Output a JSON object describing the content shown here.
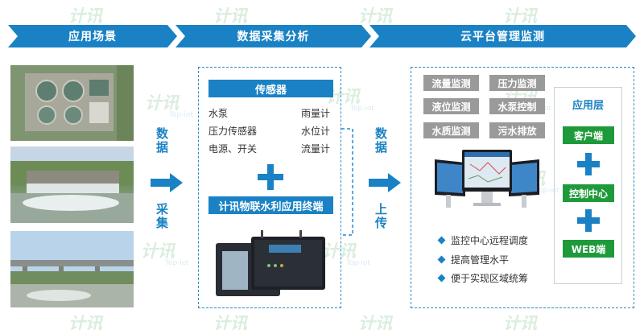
{
  "banner": {
    "seg1": "应用场景",
    "seg2": "数据采集分析",
    "seg3": "云平台管理监测"
  },
  "watermark": {
    "brand": "计讯",
    "sub": "Top-iot"
  },
  "flow": {
    "left_top": "数据",
    "left_bottom": "采集",
    "right_top": "数据",
    "right_bottom": "上传"
  },
  "middle": {
    "sensor_title": "传感器",
    "sensors_left": [
      "水泵",
      "压力传感器",
      "电源、开关"
    ],
    "sensors_right": [
      "雨量计",
      "水位计",
      "流量计"
    ],
    "terminal_title": "计讯物联水利应用终端"
  },
  "right": {
    "grey_buttons": [
      "流量监测",
      "压力监测",
      "液位监测",
      "水泵控制",
      "水质监测",
      "污水排放"
    ],
    "app_layer": {
      "title": "应用层",
      "items": [
        "客户端",
        "控制中心",
        "WEB端"
      ]
    },
    "bullets": [
      "监控中心远程调度",
      "提高管理水平",
      "便于实现区域统筹"
    ]
  },
  "colors": {
    "primary_blue": "#1a82c4",
    "green": "#1f9a3a",
    "grey": "#9a9a9a"
  }
}
